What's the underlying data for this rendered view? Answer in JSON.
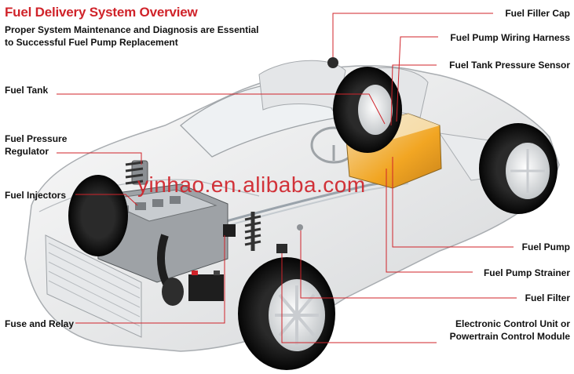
{
  "header": {
    "title": "Fuel Delivery System Overview",
    "subtitle_line1": "Proper System Maintenance and Diagnosis are Essential",
    "subtitle_line2": "to Successful Fuel Pump Replacement"
  },
  "labels": {
    "fuel_tank": "Fuel Tank",
    "fuel_pressure_regulator_1": "Fuel Pressure",
    "fuel_pressure_regulator_2": "Regulator",
    "fuel_injectors": "Fuel Injectors",
    "fuse_and_relay": "Fuse and Relay",
    "fuel_filler_cap": "Fuel Filler Cap",
    "fuel_pump_wiring_harness": "Fuel Pump Wiring Harness",
    "fuel_tank_pressure_sensor": "Fuel Tank Pressure Sensor",
    "fuel_pump": "Fuel Pump",
    "fuel_pump_strainer": "Fuel Pump Strainer",
    "fuel_filter": "Fuel Filter",
    "ecu_line1": "Electronic Control Unit or",
    "ecu_line2": "Powertrain Control Module"
  },
  "watermark": "yinhao.en.alibaba.com",
  "colors": {
    "accent_red": "#d0232a",
    "leader_line": "#d0232a",
    "text": "#111111",
    "fuel": "#f2a623"
  }
}
